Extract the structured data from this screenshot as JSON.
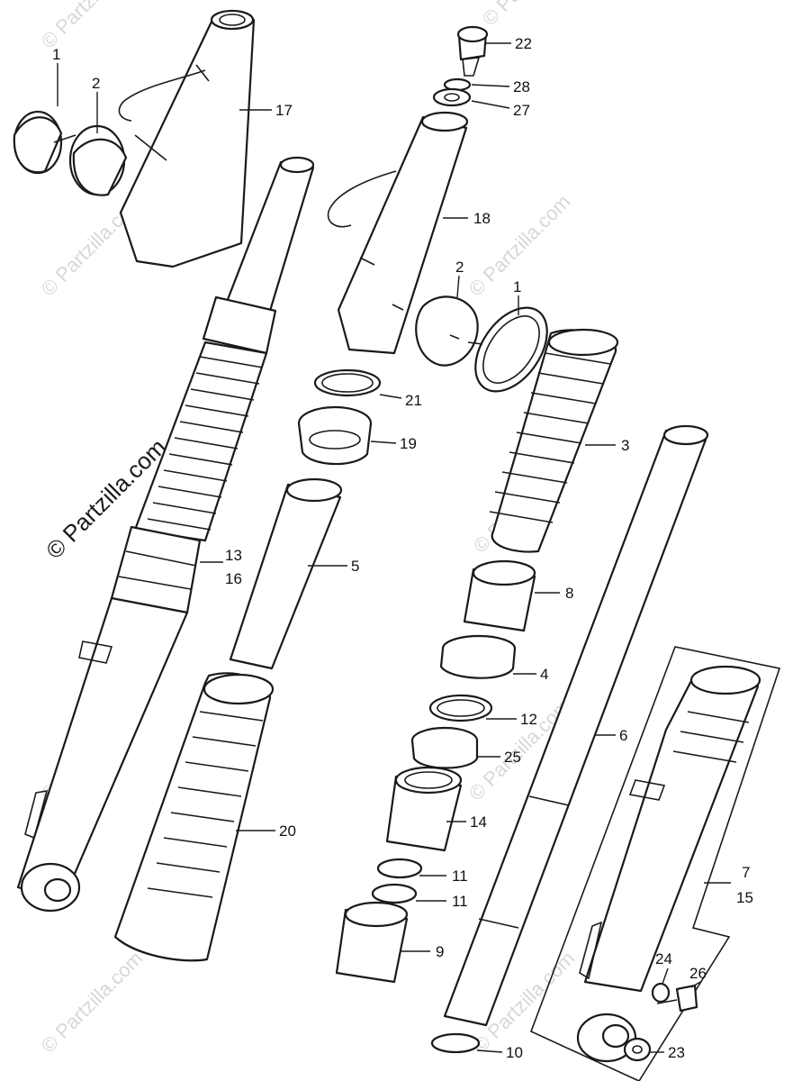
{
  "watermark": {
    "text": "© Partzilla.com",
    "copyright_symbol": "©"
  },
  "callouts": {
    "c1a": "1",
    "c2a": "2",
    "c17": "17",
    "c22": "22",
    "c28": "28",
    "c27": "27",
    "c18": "18",
    "c2b": "2",
    "c1b": "1",
    "c21": "21",
    "c19": "19",
    "c3": "3",
    "c13": "13",
    "c16": "16",
    "c5": "5",
    "c8": "8",
    "c4": "4",
    "c12": "12",
    "c6": "6",
    "c25": "25",
    "c14": "14",
    "c20": "20",
    "c11a": "11",
    "c11b": "11",
    "c7": "7",
    "c15": "15",
    "c9": "9",
    "c24": "24",
    "c26": "26",
    "c10": "10",
    "c23": "23"
  },
  "colors": {
    "ink": "#1a1a1a",
    "watermark": "#d7d7d7",
    "background": "#ffffff"
  }
}
